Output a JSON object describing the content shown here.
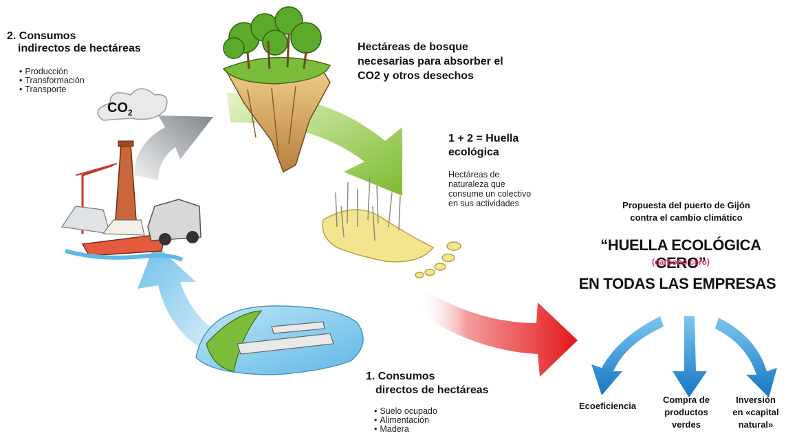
{
  "indirect": {
    "title_line1": "2. Consumos",
    "title_line2": "indirectos de hectáreas",
    "items": [
      "Producción",
      "Transformación",
      "Transporte"
    ],
    "co2_main": "CO",
    "co2_sub": "2"
  },
  "forest": {
    "line1": "Hectáreas de bosque",
    "line2": "necesarias para absorber el",
    "line3": "CO2 y otros desechos"
  },
  "footprint": {
    "title_line1": "1 + 2 = Huella",
    "title_line2": "ecológica",
    "desc": [
      "Hectáreas de",
      "naturaleza que",
      "consume un colectivo",
      "en sus actividades"
    ]
  },
  "direct": {
    "title_line1": "1. Consumos",
    "title_line2": "directos de hectáreas",
    "items": [
      "Suelo ocupado",
      "Alimentación",
      "Madera"
    ]
  },
  "proposal": {
    "line1": "Propuesta del puerto de Gijón",
    "line2": "contra el cambio climático",
    "headline": "“HUELLA ECOLÓGICA CERO”",
    "sub": "(carbono cero)",
    "sub_color": "#e0245e",
    "banner": "EN TODAS LAS EMPRESAS",
    "outcomes": [
      {
        "text": "Ecoeficiencia"
      },
      {
        "line1": "Compra de",
        "line2": "productos",
        "line3": "verdes"
      },
      {
        "line1": "Inversión",
        "line2": "en «capital",
        "line3": "natural»"
      }
    ]
  },
  "colors": {
    "green_arrow": "#8cc63f",
    "gray_arrow": "#8f969c",
    "blue_arrow": "#5fb8e6",
    "red_arrow": "#e4171b",
    "outcome_arrow": "#1e8fd6"
  }
}
